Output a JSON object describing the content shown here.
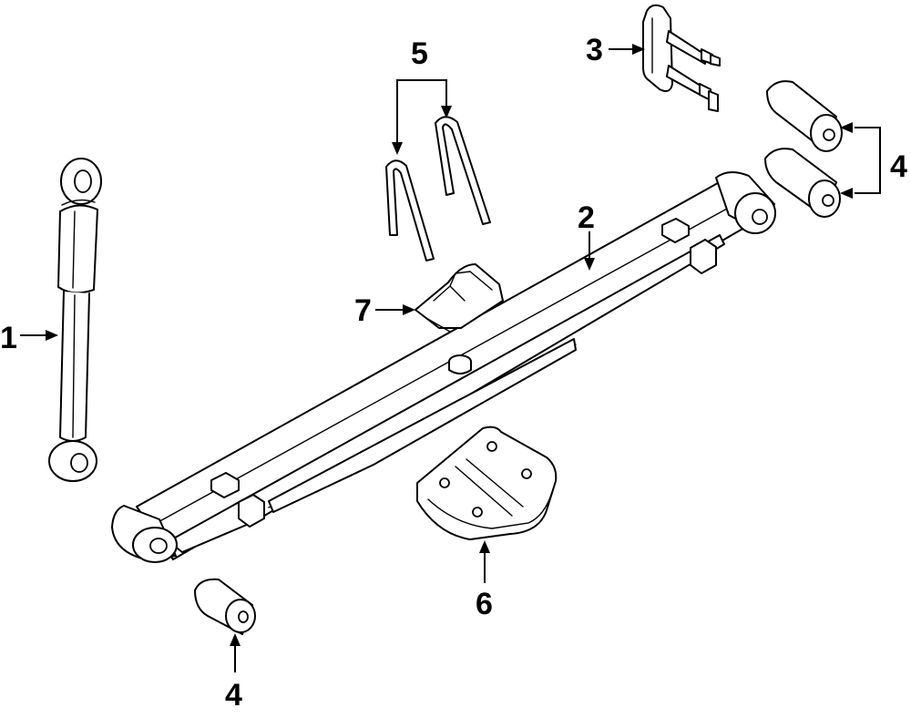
{
  "callouts": {
    "c1": "1",
    "c2": "2",
    "c3": "3",
    "c4_top": "4",
    "c4_bottom": "4",
    "c5": "5",
    "c6": "6",
    "c7": "7"
  }
}
